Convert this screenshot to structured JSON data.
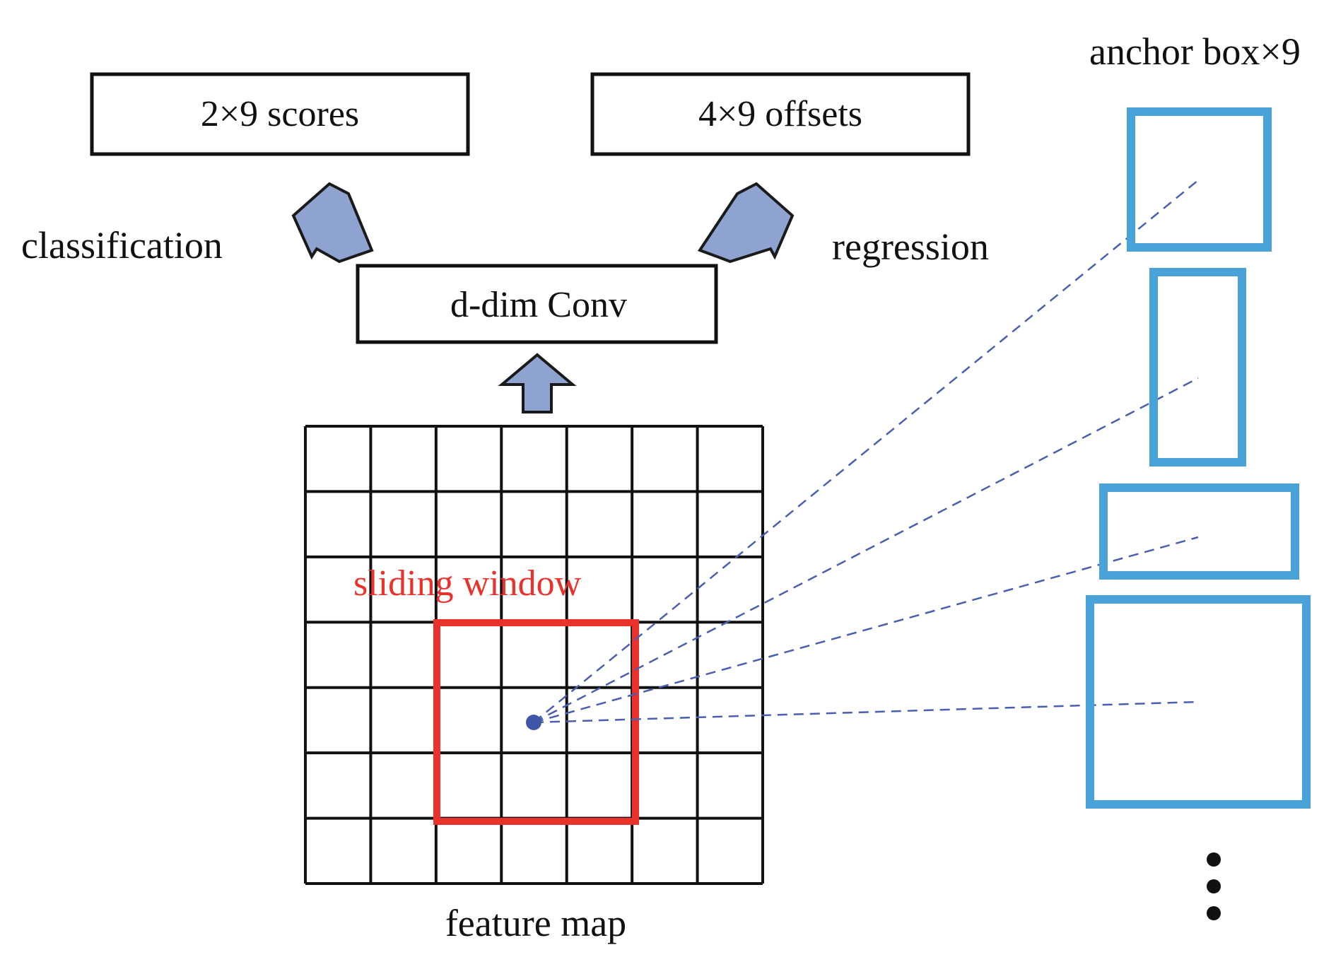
{
  "boxes": {
    "scores": "2×9 scores",
    "offsets": "4×9 offsets",
    "conv": "d-dim Conv"
  },
  "labels": {
    "classification": "classification",
    "regression": "regression",
    "anchor_title": "anchor box×9",
    "sliding_window": "sliding window",
    "feature_map": "feature map"
  },
  "feature_map": {
    "rows": 7,
    "cols": 7
  },
  "colors": {
    "text": "#111111",
    "arrow_fill": "#8fa3d1",
    "arrow_stroke": "#1a1a1a",
    "sliding_window": "#e8322b",
    "anchor_box": "#4aa3d8",
    "dashed_line": "#4a5fb0",
    "center_point": "#3f56a8"
  },
  "anchor_boxes": {
    "visible_count": 4,
    "continuation": "vertical-ellipsis"
  }
}
